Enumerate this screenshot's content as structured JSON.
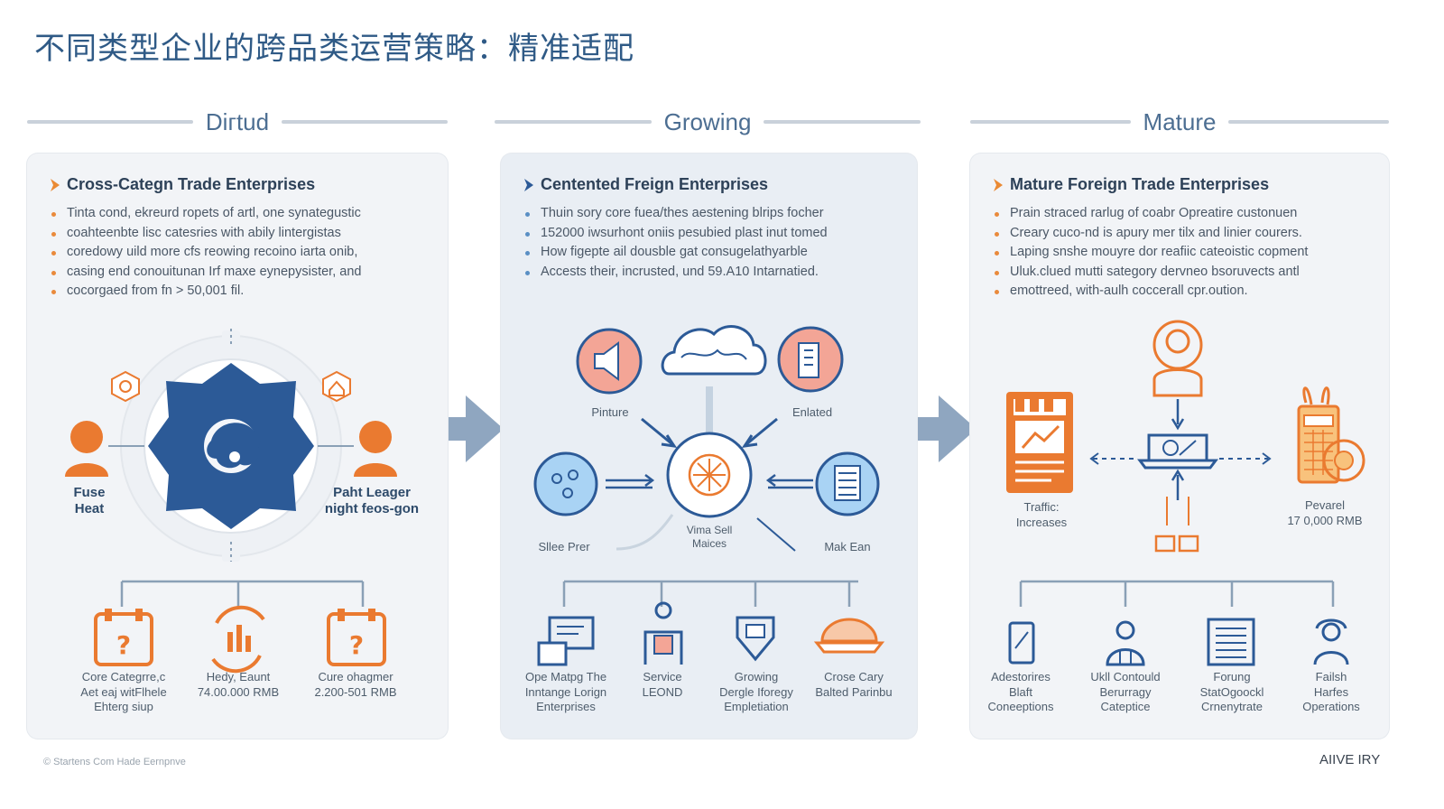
{
  "title": "不同类型企业的跨品类运营策略：精准适配",
  "stages": [
    "Diгtud",
    "Growing",
    "Mature"
  ],
  "panels": [
    {
      "title": "Cross-Categn Trade Enterprises",
      "bullets": [
        "Tinta cond, ekreurd ropets of artl, one synategustic",
        "coahteenbte lisc catesries with abily lintergistas",
        "coredowy uild more cfs reowing recoino iarta onib,",
        "casing end conouitunan Irf maxe eynepysister, and",
        "cocorgaed from fn > 50,001 fil."
      ],
      "side_left": [
        "Fuse",
        "Heat"
      ],
      "side_right": [
        "Paht Leager",
        "night feos-gon"
      ],
      "items": [
        [
          "Core Categrre,c",
          "Aet eaj witFlhele",
          "Ehterg siup"
        ],
        [
          "Hedy, Eaunt",
          "74.00.000 RMB"
        ],
        [
          "Cure ohagmer",
          "2.200-501 RMB"
        ]
      ]
    },
    {
      "title": "Centented Freign Enterprises",
      "bullets": [
        "Thuin sory core fuea/thes aestening blrips focher",
        "152000 iwsurhont oniis pesubied plast inut tomed",
        "How figepte ail dousble gat consugelathyarble",
        "Accests their, incrusted, und 59.A10 Intarnatied."
      ],
      "hub_labels": {
        "picture": "Pinture",
        "enlated": "Enlated",
        "slee": "Sllee Prer",
        "center": [
          "Vima Sell",
          "Maices"
        ],
        "mak": "Mak Ean"
      },
      "items": [
        [
          "Ope Matpg The",
          "Inntange Lorign",
          "Enterprises"
        ],
        [
          "Service",
          "LEOND"
        ],
        [
          "Growing",
          "Dergle Iforegy",
          "Empletiation"
        ],
        [
          "Crose Cary",
          "Balted Parinbu"
        ]
      ]
    },
    {
      "title": "Mature Foreign Trade Enterprises",
      "bullets": [
        "Prain straced rarlug of coabr Opreatire custonuen",
        "Creary cuco-nd is apury mer tilx and linier courers.",
        "Laping snshe mouyre dor reafiic cateoistic copment",
        "Uluk.clued mutti sategory dervneo bsoruvects antl",
        "emottreed, with-aulh coccerall cpr.oution."
      ],
      "left_label": [
        "Traffic:",
        "Increases"
      ],
      "right_label": [
        "Pevarel",
        "17 0,000 RMB"
      ],
      "items": [
        [
          "Adestorires",
          "Blaft",
          "Coneeptions"
        ],
        [
          "Ukll Contould",
          "Berurragy",
          "Cateptice"
        ],
        [
          "Forung",
          "StatOgoockl",
          "Crnenytrate"
        ],
        [
          "Failsh",
          "Harfes",
          "Operations"
        ]
      ]
    }
  ],
  "footer_left": "© Startens Com Hade Eernpnve",
  "footer_right": "AIIVE IRY",
  "colors": {
    "orange": "#ea7a30",
    "navy": "#2c5a97",
    "steel": "#8ea6c0",
    "light_blue": "#7fb8e6"
  }
}
